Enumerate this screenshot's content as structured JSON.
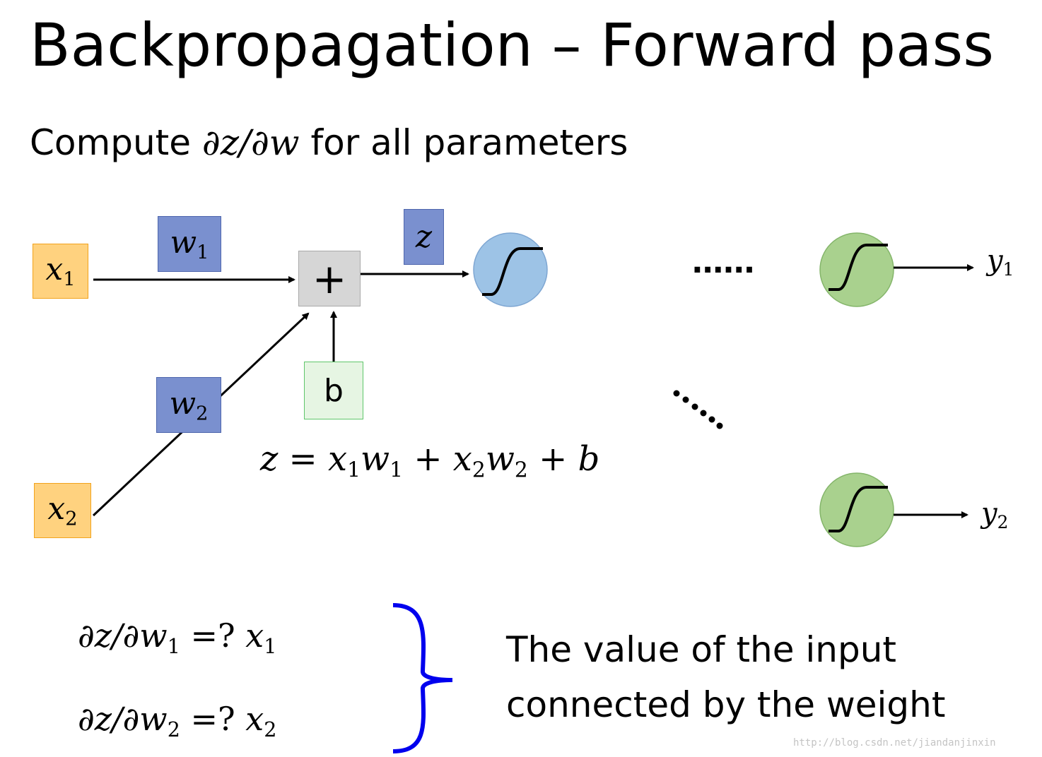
{
  "slide": {
    "title": "Backpropagation – Forward pass",
    "subtitle_prefix": "Compute ",
    "subtitle_math": "∂z/∂w",
    "subtitle_suffix": " for all parameters"
  },
  "nodes": {
    "x1": {
      "var": "x",
      "sub": "1"
    },
    "x2": {
      "var": "x",
      "sub": "2"
    },
    "w1": {
      "var": "w",
      "sub": "1"
    },
    "w2": {
      "var": "w",
      "sub": "2"
    },
    "z": "z",
    "plus": "+",
    "b": "b",
    "y1": {
      "var": "y",
      "sub": "1"
    },
    "y2": {
      "var": "y",
      "sub": "2"
    },
    "ellipsis": "......"
  },
  "equation": {
    "p1": "z = x",
    "s1": "1",
    "p2": "w",
    "s2": "1",
    "p3": " + x",
    "s3": "2",
    "p4": "w",
    "s4": "2",
    "p5": " + b"
  },
  "derivatives": [
    {
      "lhs": "∂z/∂w",
      "lhs_sub": "1",
      "op": " =?  ",
      "rhs": "x",
      "rhs_sub": "1"
    },
    {
      "lhs": "∂z/∂w",
      "lhs_sub": "2",
      "op": " =?  ",
      "rhs": "x",
      "rhs_sub": "2"
    }
  ],
  "explanation": {
    "line1": "The value of the input",
    "line2": "connected by the weight"
  },
  "watermark": "http://blog.csdn.net/jiandanjinxin",
  "colors": {
    "input_fill": "#ffd27f",
    "weight_fill": "#7a90cf",
    "sum_fill": "#d6d6d6",
    "bias_fill": "#e6f5e3",
    "hidden_neuron": "#9dc3e6",
    "output_neuron": "#a9d18e",
    "brace": "#0000ee"
  }
}
